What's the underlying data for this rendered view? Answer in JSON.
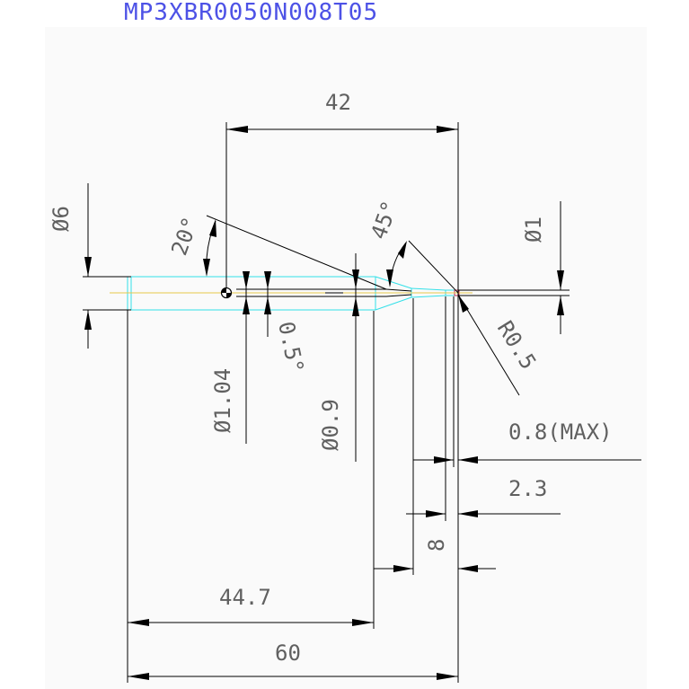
{
  "title": "MP3XBR0050N008T05",
  "dimensions": {
    "overall_length_inner": "42",
    "dia_shank": "Ø6",
    "angle_20": "20°",
    "angle_45": "45°",
    "dia_tip": "Ø1",
    "radius": "R0.5",
    "angle_0_5": "0.5°",
    "dia_1_04": "Ø1.04",
    "dia_0_9": "Ø0.9",
    "length_0_8_max": "0.8(MAX)",
    "length_2_3": "2.3",
    "length_8": "8",
    "length_44_7": "44.7",
    "overall_length": "60"
  },
  "colors": {
    "tool_outline": "#33e0e8",
    "center_line": "#e6c84a",
    "dimension_line": "#000000",
    "dimension_text": "#606060",
    "title_text": "#4d52e6"
  }
}
